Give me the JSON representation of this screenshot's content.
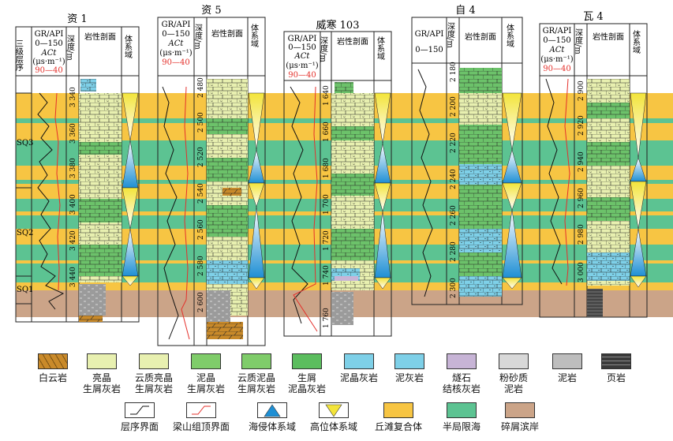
{
  "wells": [
    {
      "name": "资 1",
      "left_headers": [
        "三级层序"
      ],
      "log_headers": [
        "GR/API",
        "0—150",
        "ACt",
        "(μs·m⁻¹)",
        "90—40"
      ],
      "depth_header": "深度/m",
      "lith_header": "岩性剖面",
      "tract_header": "体系域",
      "depths": [
        "3 340",
        "3 360",
        "3 380",
        "3 400",
        "3 420",
        "3 440"
      ],
      "seq_labels": [
        "SQ3",
        "SQ2",
        "SQ1"
      ]
    },
    {
      "name": "资 5",
      "log_headers": [
        "GR/API",
        "0—150",
        "ACt",
        "(μs·m⁻¹)",
        "90—40"
      ],
      "depth_header": "深度/m",
      "lith_header": "岩性剖面",
      "tract_header": "体系域",
      "depths": [
        "2 480",
        "2 500",
        "2 520",
        "2 540",
        "2 560",
        "2 580",
        "2 600"
      ]
    },
    {
      "name": "威寒 103",
      "log_headers": [
        "GR/API",
        "0—150",
        "ACt",
        "(μs·m⁻¹)",
        "90—40"
      ],
      "depth_header": "深度/m",
      "lith_header": "岩性剖面",
      "tract_header": "体系域",
      "depths": [
        "1 640",
        "1 660",
        "1 680",
        "1 700",
        "1 720",
        "1 740",
        "1 760"
      ]
    },
    {
      "name": "自 4",
      "log_headers": [
        "GR/API",
        "0—150"
      ],
      "depth_header": "深度/m",
      "lith_header": "岩性剖面",
      "tract_header": "体系域",
      "depths": [
        "2 180",
        "2 200",
        "2 220",
        "2 240",
        "2 260",
        "2 280",
        "2 300"
      ]
    },
    {
      "name": "瓦 4",
      "log_headers": [
        "GR/API",
        "0—150",
        "ACt",
        "(μs·m⁻¹)",
        "90—40"
      ],
      "depth_header": "深度/m",
      "lith_header": "岩性剖面",
      "tract_header": "体系域",
      "depths": [
        "2 900",
        "2 920",
        "2 940",
        "2 960",
        "2 980",
        "3 000"
      ]
    }
  ],
  "colors": {
    "shoal": "#f7c543",
    "lagoon": "#5cc392",
    "clastic": "#cba488",
    "tst": "#2196d6",
    "hst": "#f5e73c",
    "boundary": "#e4302b",
    "dolomite": "#c98a2a",
    "limestone": "#e6efae",
    "mud_lime": "#7ed0e8",
    "green_lime": "#64bd62"
  },
  "legend_row1": [
    {
      "label": "白云岩",
      "icon": "dolomite-swatch"
    },
    {
      "label": "亮晶\n生屑灰岩",
      "icon": "bioclastic-limestone-swatch"
    },
    {
      "label": "云质亮晶\n生屑灰岩",
      "icon": "dolomitic-bioclastic-swatch"
    },
    {
      "label": "泥晶\n生屑灰岩",
      "icon": "micritic-bioclastic-swatch"
    },
    {
      "label": "云质泥晶\n生屑灰岩",
      "icon": "dolomitic-micritic-swatch"
    },
    {
      "label": "生屑\n泥晶灰岩",
      "icon": "bioclastic-micrite-swatch"
    },
    {
      "label": "泥晶灰岩",
      "icon": "micrite-swatch"
    },
    {
      "label": "泥灰岩",
      "icon": "marl-swatch"
    },
    {
      "label": "燧石\n结核灰岩",
      "icon": "chert-nodule-swatch"
    },
    {
      "label": "粉砂质\n泥岩",
      "icon": "silty-mudstone-swatch"
    },
    {
      "label": "泥岩",
      "icon": "mudstone-swatch"
    },
    {
      "label": "页岩",
      "icon": "shale-swatch"
    }
  ],
  "legend_row2": [
    {
      "label": "层序界面",
      "icon": "sequence-boundary-swatch"
    },
    {
      "label": "梁山组顶界面",
      "icon": "liangshan-top-swatch"
    },
    {
      "label": "海侵体系域",
      "icon": "tst-swatch"
    },
    {
      "label": "高位体系域",
      "icon": "hst-swatch"
    },
    {
      "label": "丘滩复合体",
      "icon": "shoal-complex-swatch"
    },
    {
      "label": "半局限海",
      "icon": "semi-restricted-sea-swatch"
    },
    {
      "label": "碎屑滨岸",
      "icon": "clastic-shore-swatch"
    }
  ]
}
